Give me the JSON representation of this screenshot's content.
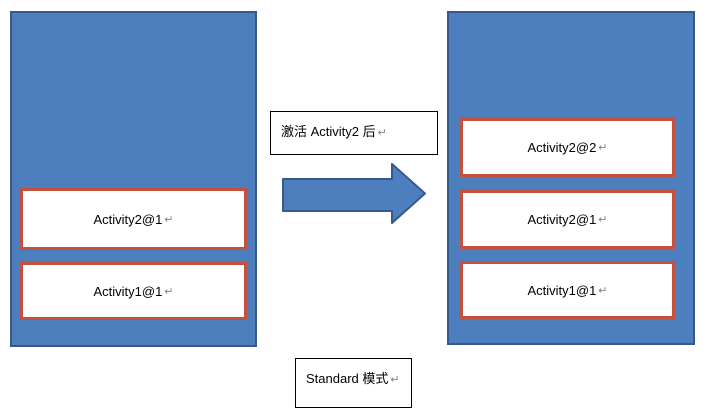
{
  "colors": {
    "stack_fill": "#4d7ebd",
    "stack_border": "#36598c",
    "activity_border": "#c4503f",
    "activity_fill": "#ffffff",
    "note_border": "#000000"
  },
  "return_mark": "↵",
  "left_stack": {
    "activities": [
      "Activity2@1",
      "Activity1@1"
    ]
  },
  "right_stack": {
    "activities": [
      "Activity2@2",
      "Activity2@1",
      "Activity1@1"
    ]
  },
  "transition_label": "激活 Activity2 后",
  "caption": "Standard 模式"
}
